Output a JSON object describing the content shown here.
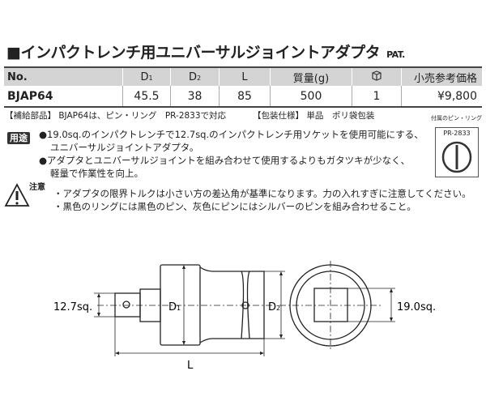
{
  "title": "■インパクトレンチ用ユニバーサルジョイントアダプタ",
  "pat": "PAT.",
  "table": {
    "headers": [
      "No.",
      "D",
      "D",
      "L",
      "質量(g)",
      "",
      "小売参考価格"
    ],
    "header_subs": [
      "",
      "1",
      "2",
      "",
      "",
      "",
      ""
    ],
    "rows": [
      [
        "BJAP64",
        "45.5",
        "38",
        "85",
        "500",
        "1",
        "¥9,800"
      ]
    ]
  },
  "notes": {
    "parts": "【補給部品】 BJAP64は、ピン・リング　PR-2833で対応",
    "packaging": "【包装仕様】 単品　ポリ袋包装",
    "pin_caption": "付属のピン・リング",
    "pin_code": "PR-2833"
  },
  "usage": {
    "tag": "用途",
    "lines": [
      "●19.0sq.のインパクトレンチで12.7sq.のインパクトレンチ用ソケットを使用可能にする、",
      "ユニバーサルジョイントアダプタ。",
      "●アダプタとユニバーサルジョイントを組み合わせて使用するよりもガタツキが少なく、",
      "軽量で作業性を向上。"
    ]
  },
  "caution": {
    "label": "注意",
    "lines": [
      "・アダプタの限界トルクは小さい方の差込角が基準になります。力の入れすぎに注意してください。",
      "・黒色のリングには黒色のピン、灰色にピンにはシルバーのピンを組み合わせること。"
    ]
  },
  "drawing": {
    "left_sq": "12.7sq.",
    "right_sq": "19.0sq.",
    "d1": "D",
    "d1_sub": "1",
    "d2": "D",
    "d2_sub": "2",
    "l": "L"
  },
  "icons": {
    "package": "package-icon",
    "warning": "warning-triangle-icon"
  }
}
